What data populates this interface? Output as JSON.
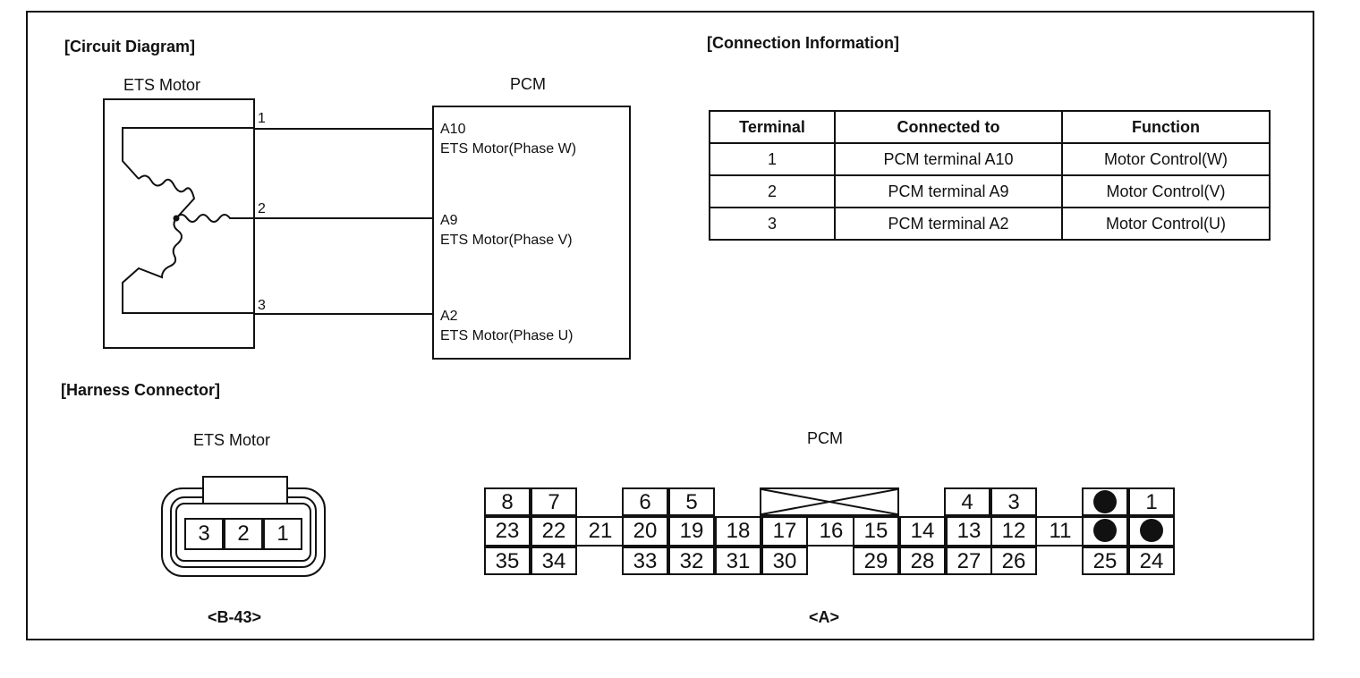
{
  "headers": {
    "circuit": "[Circuit Diagram]",
    "connection": "[Connection Information]",
    "harness": "[Harness Connector]"
  },
  "circuit": {
    "motor_label": "ETS Motor",
    "pcm_label": "PCM",
    "pins": [
      "1",
      "2",
      "3"
    ],
    "pcm_terminals": [
      {
        "pin": "A10",
        "desc": "ETS Motor(Phase W)"
      },
      {
        "pin": "A9",
        "desc": "ETS Motor(Phase V)"
      },
      {
        "pin": "A2",
        "desc": "ETS Motor(Phase U)"
      }
    ]
  },
  "connection_table": {
    "headers": [
      "Terminal",
      "Connected to",
      "Function"
    ],
    "rows": [
      [
        "1",
        "PCM terminal A10",
        "Motor Control(W)"
      ],
      [
        "2",
        "PCM terminal A9",
        "Motor Control(V)"
      ],
      [
        "3",
        "PCM terminal A2",
        "Motor Control(U)"
      ]
    ]
  },
  "harness": {
    "ets_label": "ETS Motor",
    "ets_pins": [
      "3",
      "2",
      "1"
    ],
    "ets_caption": "<B-43>",
    "pcm_label": "PCM",
    "pcm_caption": "<A>",
    "pcm_rows": {
      "top": [
        "8",
        "7",
        "6",
        "5",
        "4",
        "3",
        "1"
      ],
      "middle": [
        "23",
        "22",
        "21",
        "20",
        "19",
        "18",
        "17",
        "16",
        "15",
        "14",
        "13",
        "12",
        "11"
      ],
      "bottom": [
        "35",
        "34",
        "33",
        "32",
        "31",
        "30",
        "29",
        "28",
        "27",
        "26",
        "25",
        "24"
      ]
    }
  }
}
